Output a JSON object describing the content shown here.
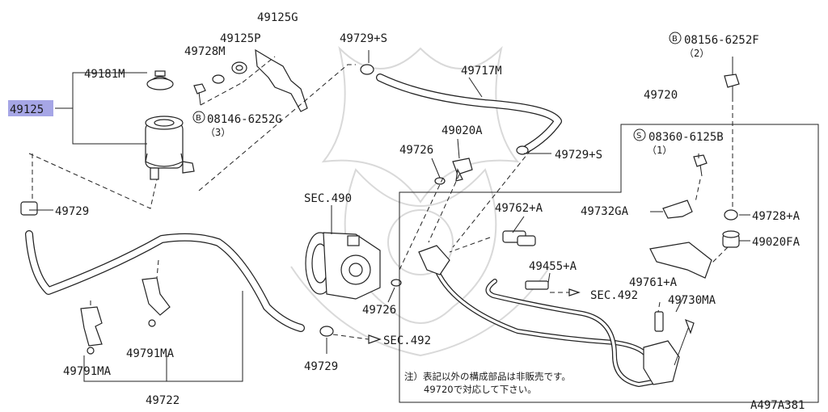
{
  "diagram_code": "A497A381",
  "highlight_color": "#a6a6e6",
  "labels": {
    "p49125": "49125",
    "p49125G": "49125G",
    "p49125P": "49125P",
    "p49728M": "49728M",
    "p49181M": "49181M",
    "p08146_circle": "B",
    "p08146": "08146-6252G",
    "p08146_qty": "（3）",
    "p49729S_top": "49729+S",
    "p49717M": "49717M",
    "p49020A": "49020A",
    "p49726_top": "49726",
    "p49729S_right": "49729+S",
    "p08156_circle": "B",
    "p08156": "08156-6252F",
    "p08156_qty": "（2）",
    "p49720": "49720",
    "p08360_circle": "S",
    "p08360": "08360-6125B",
    "p08360_qty": "（1）",
    "p49729_left": "49729",
    "sec490": "SEC.490",
    "p49762A": "49762+A",
    "p49732GA": "49732GA",
    "p49728A": "49728+A",
    "p49020FA": "49020FA",
    "p49455A": "49455+A",
    "sec492_right": "SEC.492",
    "p49761A": "49761+A",
    "p49730MA": "49730MA",
    "p49726_bottom": "49726",
    "sec492_bottom": "SEC.492",
    "p49729_bottom": "49729",
    "p49791MA_left": "49791MA",
    "p49791MA_center": "49791MA",
    "p49722": "49722",
    "note_line1": "注）表記以外の構成部品は非販売です。",
    "note_line2": "49720で対応して下さい。"
  }
}
